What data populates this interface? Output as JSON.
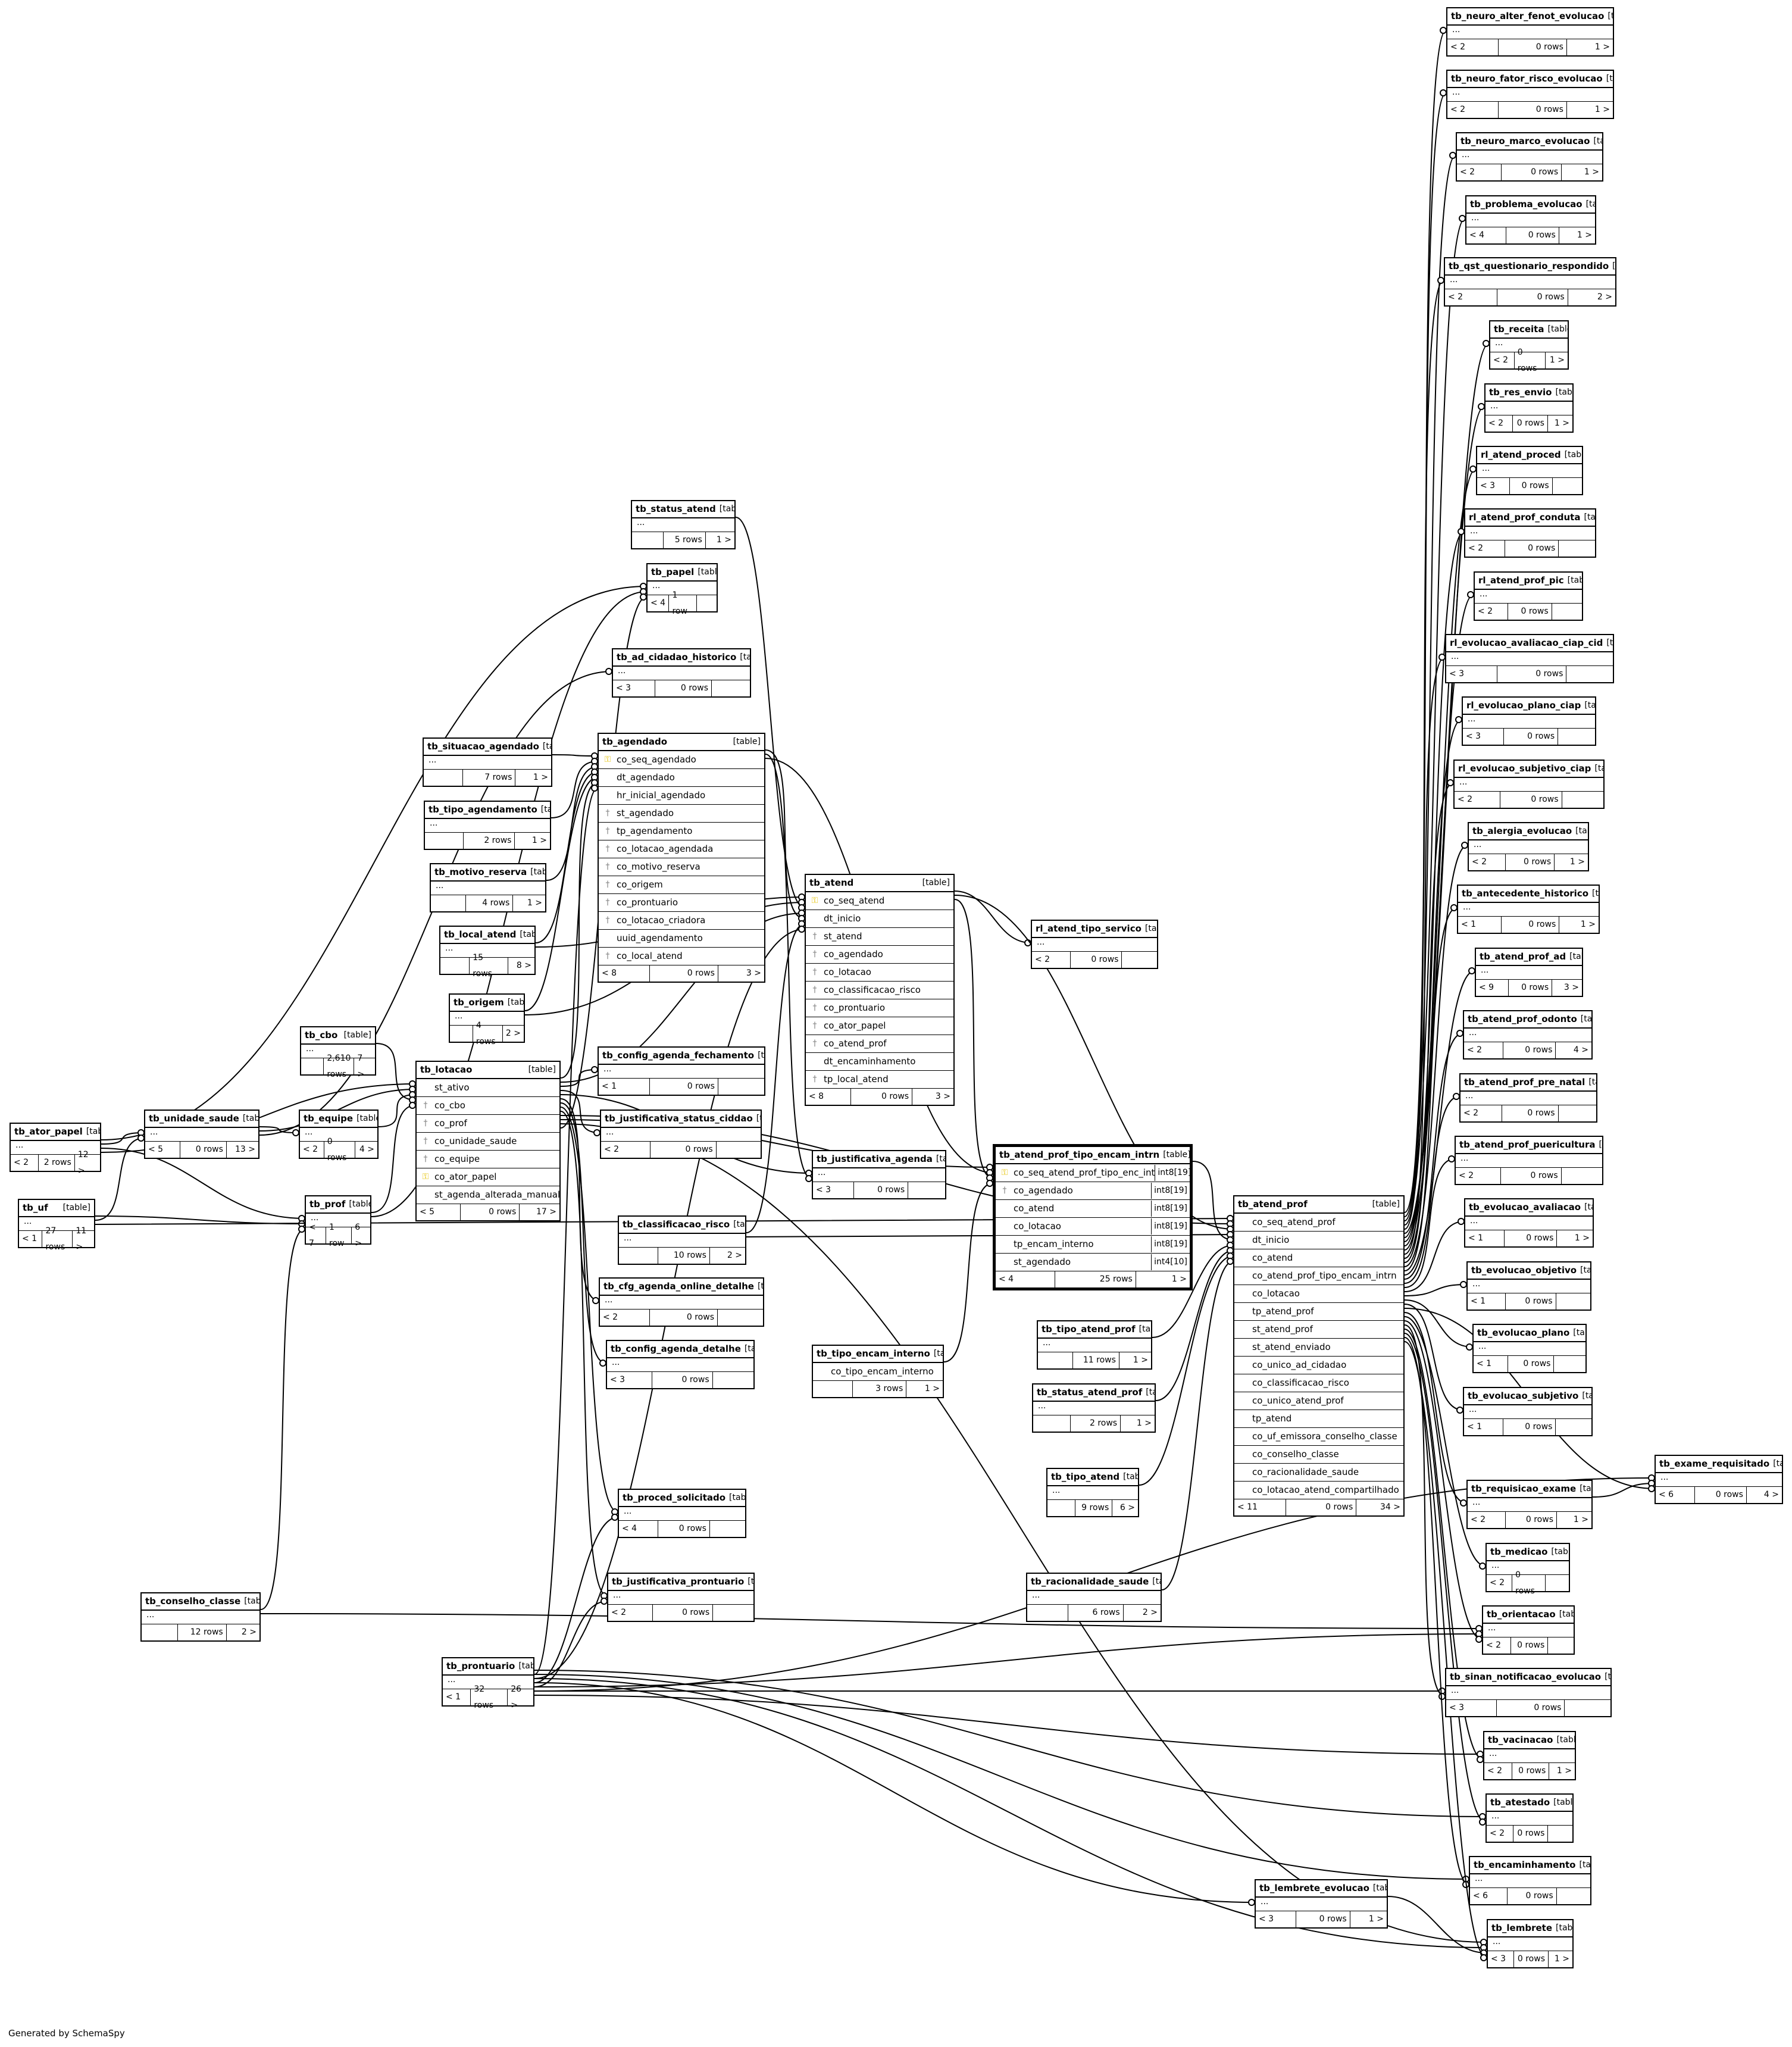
{
  "generated_by": "Generated by SchemaSpy",
  "type_label": "[table]",
  "tables": [
    {
      "id": "tb_neuro_alter_fenot_evolucao",
      "left": "< 2",
      "rows": "0 rows",
      "right": "1 >"
    },
    {
      "id": "tb_neuro_fator_risco_evolucao",
      "left": "< 2",
      "rows": "0 rows",
      "right": "1 >"
    },
    {
      "id": "tb_neuro_marco_evolucao",
      "left": "< 2",
      "rows": "0 rows",
      "right": "1 >"
    },
    {
      "id": "tb_problema_evolucao",
      "left": "< 4",
      "rows": "0 rows",
      "right": "1 >"
    },
    {
      "id": "tb_qst_questionario_respondido",
      "left": "< 2",
      "rows": "0 rows",
      "right": "2 >"
    },
    {
      "id": "tb_receita",
      "left": "< 2",
      "rows": "0 rows",
      "right": "1 >"
    },
    {
      "id": "tb_res_envio",
      "left": "< 2",
      "rows": "0 rows",
      "right": "1 >"
    },
    {
      "id": "rl_atend_proced",
      "left": "< 3",
      "rows": "0 rows",
      "right": ""
    },
    {
      "id": "rl_atend_prof_conduta",
      "left": "< 2",
      "rows": "0 rows",
      "right": ""
    },
    {
      "id": "rl_atend_prof_pic",
      "left": "< 2",
      "rows": "0 rows",
      "right": ""
    },
    {
      "id": "rl_evolucao_avaliacao_ciap_cid",
      "left": "< 3",
      "rows": "0 rows",
      "right": ""
    },
    {
      "id": "rl_evolucao_plano_ciap",
      "left": "< 3",
      "rows": "0 rows",
      "right": ""
    },
    {
      "id": "rl_evolucao_subjetivo_ciap",
      "left": "< 2",
      "rows": "0 rows",
      "right": ""
    },
    {
      "id": "tb_alergia_evolucao",
      "left": "< 2",
      "rows": "0 rows",
      "right": "1 >"
    },
    {
      "id": "tb_antecedente_historico",
      "left": "< 1",
      "rows": "0 rows",
      "right": "1 >"
    },
    {
      "id": "tb_atend_prof_ad",
      "left": "< 9",
      "rows": "0 rows",
      "right": "3 >"
    },
    {
      "id": "tb_atend_prof_odonto",
      "left": "< 2",
      "rows": "0 rows",
      "right": "4 >"
    },
    {
      "id": "tb_atend_prof_pre_natal",
      "left": "< 2",
      "rows": "0 rows",
      "right": ""
    },
    {
      "id": "tb_atend_prof_puericultura",
      "left": "< 2",
      "rows": "0 rows",
      "right": ""
    },
    {
      "id": "tb_evolucao_avaliacao",
      "left": "< 1",
      "rows": "0 rows",
      "right": "1 >"
    },
    {
      "id": "tb_evolucao_objetivo",
      "left": "< 1",
      "rows": "0 rows",
      "right": ""
    },
    {
      "id": "tb_evolucao_plano",
      "left": "< 1",
      "rows": "0 rows",
      "right": ""
    },
    {
      "id": "tb_evolucao_subjetivo",
      "left": "< 1",
      "rows": "0 rows",
      "right": ""
    },
    {
      "id": "tb_exame_requisitado",
      "left": "< 6",
      "rows": "0 rows",
      "right": "4 >"
    },
    {
      "id": "tb_requisicao_exame",
      "left": "< 2",
      "rows": "0 rows",
      "right": "1 >"
    },
    {
      "id": "tb_medicao",
      "left": "< 2",
      "rows": "0 rows",
      "right": ""
    },
    {
      "id": "tb_orientacao",
      "left": "< 2",
      "rows": "0 rows",
      "right": ""
    },
    {
      "id": "tb_sinan_notificacao_evolucao",
      "left": "< 3",
      "rows": "0 rows",
      "right": ""
    },
    {
      "id": "tb_vacinacao",
      "left": "< 2",
      "rows": "0 rows",
      "right": "1 >"
    },
    {
      "id": "tb_atestado",
      "left": "< 2",
      "rows": "0 rows",
      "right": ""
    },
    {
      "id": "tb_encaminhamento",
      "left": "< 6",
      "rows": "0 rows",
      "right": ""
    },
    {
      "id": "tb_lembrete",
      "left": "< 3",
      "rows": "0 rows",
      "right": "1 >"
    },
    {
      "id": "tb_lembrete_evolucao",
      "left": "< 3",
      "rows": "0 rows",
      "right": "1 >"
    },
    {
      "id": "tb_status_atend",
      "left": "",
      "rows": "5 rows",
      "right": "1 >"
    },
    {
      "id": "tb_papel",
      "left": "< 4",
      "rows": "1 row",
      "right": ""
    },
    {
      "id": "tb_ad_cidadao_historico",
      "left": "< 3",
      "rows": "0 rows",
      "right": ""
    },
    {
      "id": "tb_agendado",
      "left": "< 8",
      "rows": "0 rows",
      "right": "3 >",
      "columns": [
        {
          "k": "pk",
          "n": "co_seq_agendado"
        },
        {
          "k": "",
          "n": "dt_agendado"
        },
        {
          "k": "",
          "n": "hr_inicial_agendado"
        },
        {
          "k": "fk",
          "n": "st_agendado"
        },
        {
          "k": "fk",
          "n": "tp_agendamento"
        },
        {
          "k": "fk",
          "n": "co_lotacao_agendada"
        },
        {
          "k": "fk",
          "n": "co_motivo_reserva"
        },
        {
          "k": "fk",
          "n": "co_origem"
        },
        {
          "k": "fk",
          "n": "co_prontuario"
        },
        {
          "k": "fk",
          "n": "co_lotacao_criadora"
        },
        {
          "k": "",
          "n": "uuid_agendamento"
        },
        {
          "k": "fk",
          "n": "co_local_atend"
        }
      ]
    },
    {
      "id": "tb_situacao_agendado",
      "left": "",
      "rows": "7 rows",
      "right": "1 >"
    },
    {
      "id": "tb_tipo_agendamento",
      "left": "",
      "rows": "2 rows",
      "right": "1 >"
    },
    {
      "id": "tb_motivo_reserva",
      "left": "",
      "rows": "4 rows",
      "right": "1 >"
    },
    {
      "id": "tb_local_atend",
      "left": "",
      "rows": "15 rows",
      "right": "8 >"
    },
    {
      "id": "tb_origem",
      "left": "",
      "rows": "4 rows",
      "right": "2 >"
    },
    {
      "id": "tb_atend",
      "left": "< 8",
      "rows": "0 rows",
      "right": "3 >",
      "columns": [
        {
          "k": "pk",
          "n": "co_seq_atend"
        },
        {
          "k": "",
          "n": "dt_inicio"
        },
        {
          "k": "fk",
          "n": "st_atend"
        },
        {
          "k": "fk",
          "n": "co_agendado"
        },
        {
          "k": "fk",
          "n": "co_lotacao"
        },
        {
          "k": "fk",
          "n": "co_classificacao_risco"
        },
        {
          "k": "fk",
          "n": "co_prontuario"
        },
        {
          "k": "fk",
          "n": "co_ator_papel"
        },
        {
          "k": "fk",
          "n": "co_atend_prof"
        },
        {
          "k": "",
          "n": "dt_encaminhamento"
        },
        {
          "k": "fk",
          "n": "tp_local_atend"
        }
      ]
    },
    {
      "id": "rl_atend_tipo_servico",
      "left": "< 2",
      "rows": "0 rows",
      "right": ""
    },
    {
      "id": "tb_cbo",
      "left": "",
      "rows": "2,610 rows",
      "right": "7 >"
    },
    {
      "id": "tb_lotacao",
      "left": "< 5",
      "rows": "0 rows",
      "right": "17 >",
      "columns": [
        {
          "k": "",
          "n": "st_ativo"
        },
        {
          "k": "fk",
          "n": "co_cbo"
        },
        {
          "k": "fk",
          "n": "co_prof"
        },
        {
          "k": "fk",
          "n": "co_unidade_saude"
        },
        {
          "k": "fk",
          "n": "co_equipe"
        },
        {
          "k": "pkfk",
          "n": "co_ator_papel"
        },
        {
          "k": "",
          "n": "st_agenda_alterada_manual"
        }
      ]
    },
    {
      "id": "tb_config_agenda_fechamento",
      "left": "< 1",
      "rows": "0 rows",
      "right": ""
    },
    {
      "id": "tb_justificativa_status_ciddao",
      "left": "< 2",
      "rows": "0 rows",
      "right": ""
    },
    {
      "id": "tb_justificativa_agenda",
      "left": "< 3",
      "rows": "0 rows",
      "right": ""
    },
    {
      "id": "tb_ator_papel",
      "left": "< 2",
      "rows": "2 rows",
      "right": "12 >"
    },
    {
      "id": "tb_unidade_saude",
      "left": "< 5",
      "rows": "0 rows",
      "right": "13 >"
    },
    {
      "id": "tb_equipe",
      "left": "< 2",
      "rows": "0 rows",
      "right": "4 >"
    },
    {
      "id": "tb_uf",
      "left": "< 1",
      "rows": "27 rows",
      "right": "11 >"
    },
    {
      "id": "tb_prof",
      "left": "< 7",
      "rows": "1 row",
      "right": "6 >"
    },
    {
      "id": "tb_atend_prof_tipo_encam_intrn",
      "left": "< 4",
      "rows": "25 rows",
      "right": "1 >",
      "columns": [
        {
          "k": "pk",
          "n": "co_seq_atend_prof_tipo_enc_int",
          "t": "int8[19]"
        },
        {
          "k": "fk",
          "n": "co_agendado",
          "t": "int8[19]"
        },
        {
          "k": "",
          "n": "co_atend",
          "t": "int8[19]"
        },
        {
          "k": "",
          "n": "co_lotacao",
          "t": "int8[19]"
        },
        {
          "k": "",
          "n": "tp_encam_interno",
          "t": "int8[19]"
        },
        {
          "k": "",
          "n": "st_agendado",
          "t": "int4[10]"
        }
      ]
    },
    {
      "id": "tb_classificacao_risco",
      "left": "",
      "rows": "10 rows",
      "right": "2 >"
    },
    {
      "id": "tb_cfg_agenda_online_detalhe",
      "left": "< 2",
      "rows": "0 rows",
      "right": ""
    },
    {
      "id": "tb_config_agenda_detalhe",
      "left": "< 3",
      "rows": "0 rows",
      "right": ""
    },
    {
      "id": "tb_tipo_encam_interno",
      "left": "",
      "rows": "3 rows",
      "right": "1 >",
      "columns": [
        {
          "k": "",
          "n": "co_tipo_encam_interno"
        }
      ]
    },
    {
      "id": "tb_tipo_atend_prof",
      "left": "",
      "rows": "11 rows",
      "right": "1 >"
    },
    {
      "id": "tb_status_atend_prof",
      "left": "",
      "rows": "2 rows",
      "right": "1 >"
    },
    {
      "id": "tb_tipo_atend",
      "left": "",
      "rows": "9 rows",
      "right": "6 >"
    },
    {
      "id": "tb_racionalidade_saude",
      "left": "",
      "rows": "6 rows",
      "right": "2 >"
    },
    {
      "id": "tb_atend_prof",
      "left": "< 11",
      "rows": "0 rows",
      "right": "34 >",
      "columns": [
        {
          "k": "",
          "n": "co_seq_atend_prof"
        },
        {
          "k": "",
          "n": "dt_inicio"
        },
        {
          "k": "",
          "n": "co_atend"
        },
        {
          "k": "",
          "n": "co_atend_prof_tipo_encam_intrn"
        },
        {
          "k": "",
          "n": "co_lotacao"
        },
        {
          "k": "",
          "n": "tp_atend_prof"
        },
        {
          "k": "",
          "n": "st_atend_prof"
        },
        {
          "k": "",
          "n": "st_atend_enviado"
        },
        {
          "k": "",
          "n": "co_unico_ad_cidadao"
        },
        {
          "k": "",
          "n": "co_classificacao_risco"
        },
        {
          "k": "",
          "n": "co_unico_atend_prof"
        },
        {
          "k": "",
          "n": "tp_atend"
        },
        {
          "k": "",
          "n": "co_uf_emissora_conselho_classe"
        },
        {
          "k": "",
          "n": "co_conselho_classe"
        },
        {
          "k": "",
          "n": "co_racionalidade_saude"
        },
        {
          "k": "",
          "n": "co_lotacao_atend_compartilhado"
        }
      ]
    },
    {
      "id": "tb_proced_solicitado",
      "left": "< 4",
      "rows": "0 rows",
      "right": ""
    },
    {
      "id": "tb_justificativa_prontuario",
      "left": "< 2",
      "rows": "0 rows",
      "right": ""
    },
    {
      "id": "tb_conselho_classe",
      "left": "",
      "rows": "12 rows",
      "right": "2 >"
    },
    {
      "id": "tb_prontuario",
      "left": "< 1",
      "rows": "32 rows",
      "right": "26 >"
    }
  ]
}
